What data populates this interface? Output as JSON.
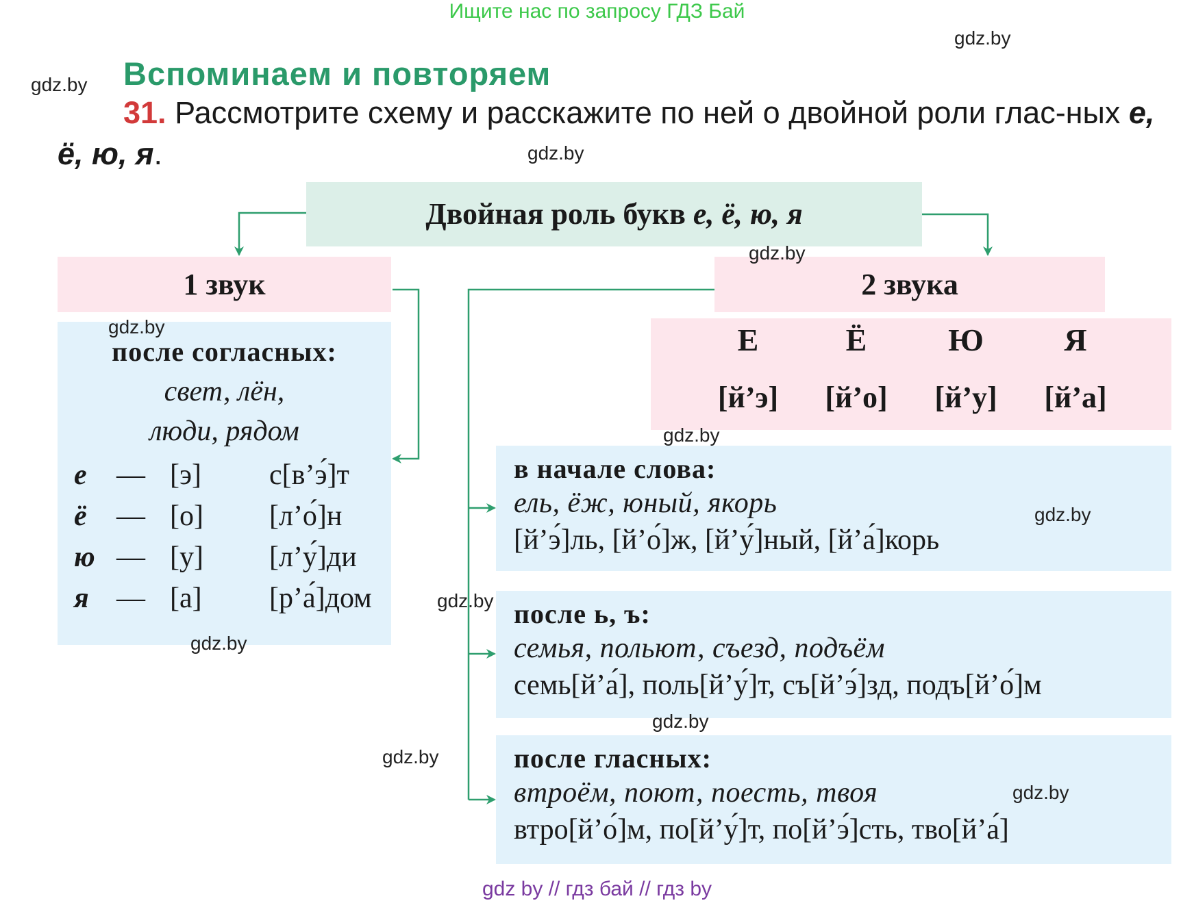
{
  "banner": "Ищите нас по запросу ГДЗ Бай",
  "watermark": "gdz.by",
  "section_title": "Вспоминаем и повторяем",
  "task": {
    "number": "31.",
    "text": "Рассмотрите схему и расскажите по ней о двойной роли глас-ных ",
    "letters": "е, ё, ю, я",
    "end": "."
  },
  "diagram": {
    "header_prefix": "Двойная роль букв ",
    "header_letters": "е, ё, ю, я",
    "one_sound": {
      "title": "1 звук",
      "subtitle": "после согласных:",
      "words_line1": "свет, лён,",
      "words_line2": "люди, рядом",
      "rows": [
        {
          "letter": "е",
          "dash": "—",
          "sound": "[э]",
          "example": "с[в’э́]т"
        },
        {
          "letter": "ё",
          "dash": "—",
          "sound": "[о]",
          "example": "[л’о́]н"
        },
        {
          "letter": "ю",
          "dash": "—",
          "sound": "[у]",
          "example": "[л’у́]ди"
        },
        {
          "letter": "я",
          "dash": "—",
          "sound": "[а]",
          "example": "[р’а́]дом"
        }
      ]
    },
    "two_sounds": {
      "title": "2 звука",
      "letters": [
        {
          "letter": "Е",
          "transcription": "[й’э]"
        },
        {
          "letter": "Ё",
          "transcription": "[й’о]"
        },
        {
          "letter": "Ю",
          "transcription": "[й’у]"
        },
        {
          "letter": "Я",
          "transcription": "[й’а]"
        }
      ],
      "cases": [
        {
          "title": "в начале слова:",
          "words": "ель, ёж, юный, якорь",
          "transcription": "[й’э́]ль, [й’о́]ж, [й’у́]ный, [й’а́]корь"
        },
        {
          "title": "после ь, ъ:",
          "words": "семья, польют, съезд, подъём",
          "transcription": "семь[й’а́], поль[й’у́]т, съ[й’э́]зд, подъ[й’о́]м"
        },
        {
          "title": "после гласных:",
          "words": "втроём, поют, поесть, твоя",
          "transcription": "втро[й’о́]м, по[й’у́]т, по[й’э́]сть, тво[й’а́]"
        }
      ]
    }
  },
  "footer": "gdz by  //  гдз бай  //  гдз by",
  "colors": {
    "arrow": "#2e9e6e",
    "header_bg": "#dcefe8",
    "pink": "#fde6ec",
    "blue": "#e2f2fb",
    "title": "#2a9a6a",
    "number": "#d23a3a"
  }
}
